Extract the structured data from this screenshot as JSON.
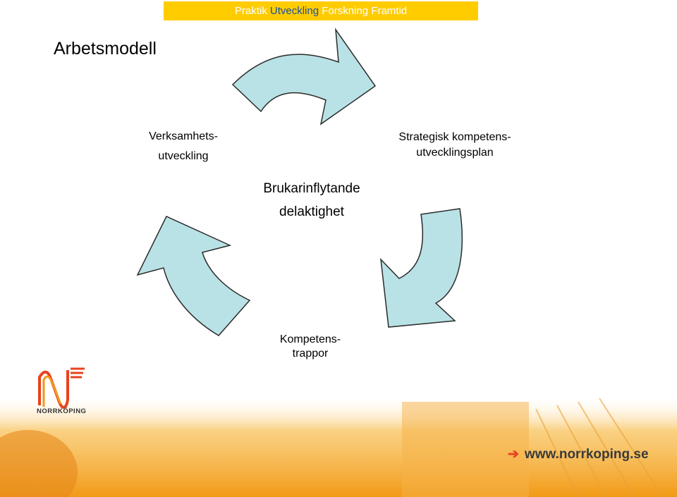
{
  "banner": {
    "words": [
      "Praktik",
      "Utveckling",
      "Forskning",
      "Framtid"
    ]
  },
  "title": "Arbetsmodell",
  "labels": {
    "verksamhet_line1": "Verksamhets-",
    "verksamhet_line2": "utveckling",
    "strategisk_line1": "Strategisk kompetens-",
    "strategisk_line2": "utvecklingsplan",
    "center_line1": "Brukarinflytande",
    "center_line2": "delaktighet",
    "kompetens_line1": "Kompetens-",
    "kompetens_line2": "trappor"
  },
  "logo": {
    "name": "NORRKÖPING"
  },
  "footer": {
    "url": "www.norrkoping.se"
  },
  "colors": {
    "arrow_fill": "#b9e2e6",
    "arrow_stroke": "#2b2b2b",
    "banner_bg": "#ffcc00",
    "accent_orange": "#f29a16",
    "logo_red": "#e8421e"
  }
}
